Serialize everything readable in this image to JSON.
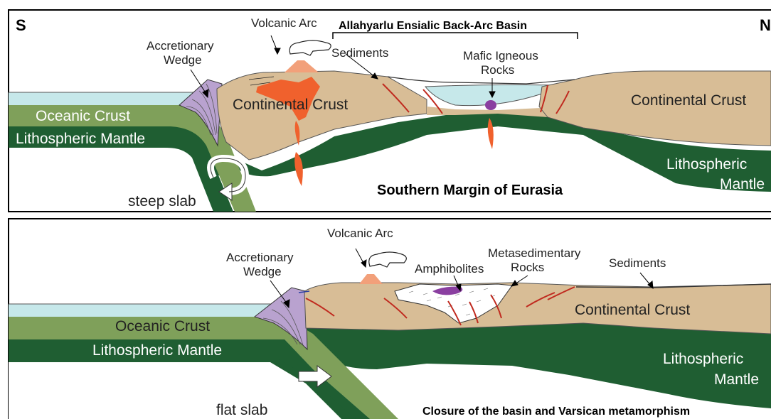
{
  "colors": {
    "ocean": "#c6e8ea",
    "oceanic_crust": "#7fa05a",
    "mantle": "#1f5e32",
    "continental_crust": "#d8bd96",
    "wedge": "#b9a2cf",
    "volcano": "#f2a07a",
    "magma": "#f0612d",
    "mafic": "#8a3fa0",
    "faults": "#c02a1f"
  },
  "panel_top": {
    "direction_left": "S",
    "direction_right": "N",
    "labels": {
      "volcanic_arc": "Volcanic Arc",
      "basin_title": "Allahyarlu Ensialic Back-Arc Basin",
      "accretionary_wedge_1": "Accretionary",
      "accretionary_wedge_2": "Wedge",
      "sediments": "Sediments",
      "mafic_1": "Mafic Igneous",
      "mafic_2": "Rocks",
      "continental_crust_left": "Continental Crust",
      "continental_crust_right": "Continental Crust",
      "oceanic_crust": "Oceanic Crust",
      "lithospheric_mantle_left": "Lithospheric Mantle",
      "lithospheric_mantle_right_1": "Lithospheric",
      "lithospheric_mantle_right_2": "Mantle",
      "slab": "steep slab",
      "caption": "Southern Margin of Eurasia"
    }
  },
  "panel_bottom": {
    "labels": {
      "volcanic_arc": "Volcanic Arc",
      "accretionary_wedge_1": "Accretionary",
      "accretionary_wedge_2": "Wedge",
      "amphibolites": "Amphibolites",
      "metased_1": "Metasedimentary",
      "metased_2": "Rocks",
      "sediments": "Sediments",
      "continental_crust": "Continental Crust",
      "oceanic_crust": "Oceanic Crust",
      "lithospheric_mantle_left": "Lithospheric Mantle",
      "lithospheric_mantle_right_1": "Lithospheric",
      "lithospheric_mantle_right_2": "Mantle",
      "slab": "flat slab",
      "caption": "Closure of the basin and Varsican metamorphism"
    }
  }
}
